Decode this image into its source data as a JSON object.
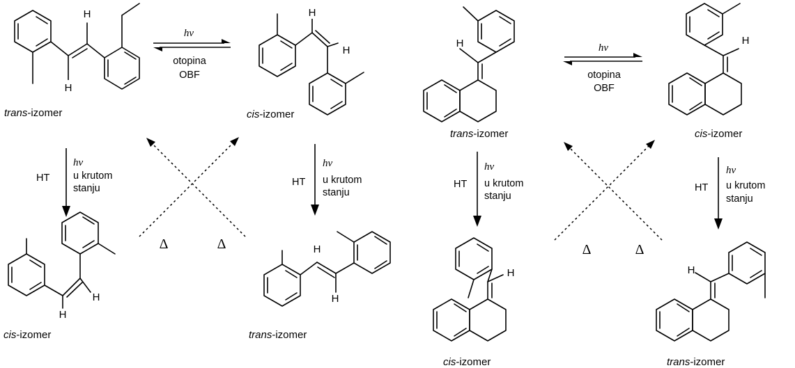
{
  "labels": {
    "trans": "trans",
    "cis": "cis",
    "suffix": "-izomer"
  },
  "atoms": {
    "h": "H"
  },
  "conditions": {
    "hv": "hν",
    "solution": "otopina",
    "obf": "OBF",
    "ht": "HT",
    "solid_1": "u krutom",
    "solid_2": "stanju",
    "heat": "Δ"
  },
  "colors": {
    "ink": "#000000",
    "background": "#ffffff"
  }
}
